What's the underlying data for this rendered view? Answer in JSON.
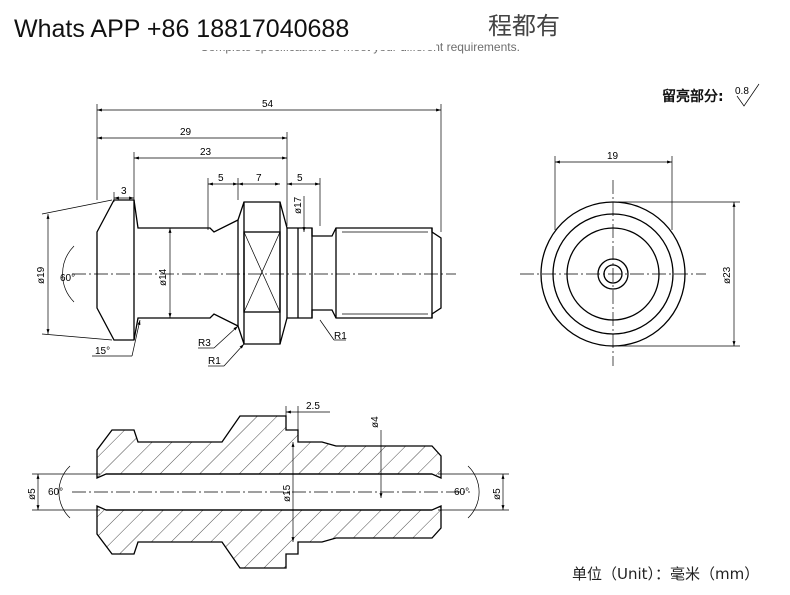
{
  "watermark": "Whats APP +86 18817040688",
  "header": {
    "title_fragment": "程都有",
    "subtitle_fragment": "Complete specifications to meet your different requirements."
  },
  "surface_finish": {
    "label": "留亮部分:",
    "value": "0.8"
  },
  "side_view": {
    "dims": {
      "overall": "54",
      "to_flange": "29",
      "flange_to_head": "23",
      "head": "3",
      "neck": "5",
      "flange": "7",
      "collar": "5",
      "head_dia": "ø19",
      "shank_dia": "ø14",
      "collar_dia": "ø17",
      "head_angle": "60°",
      "chamfer": "15°",
      "radius_a": "R3",
      "radius_b": "R1",
      "radius_c": "R1"
    }
  },
  "end_view": {
    "dims": {
      "width": "19",
      "outer_dia": "ø23"
    }
  },
  "section_view": {
    "dims": {
      "groove": "2.5",
      "groove_dia": "ø4",
      "bore": "ø15",
      "left_dia": "ø5",
      "right_dia": "ø5",
      "left_angle": "60°",
      "right_angle": "60°"
    }
  },
  "unit_label": "单位（Unit）：毫米（mm）"
}
